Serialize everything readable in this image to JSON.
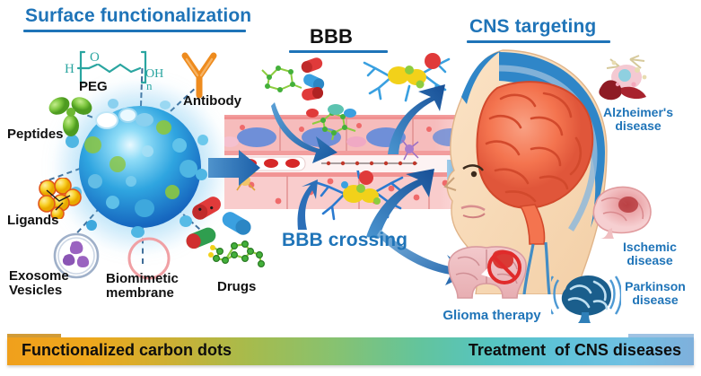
{
  "figure": {
    "title_surface": "Surface functionalization",
    "title_bbb": "BBB",
    "title_cns": "CNS targeting",
    "bbb_crossing_label": "BBB crossing"
  },
  "surface_panel": {
    "items": [
      {
        "id": "peg",
        "label": "PEG"
      },
      {
        "id": "antibody",
        "label": "Antibody"
      },
      {
        "id": "peptides",
        "label": "Peptides"
      },
      {
        "id": "ligands",
        "label": "Ligands"
      },
      {
        "id": "exosome",
        "label": "Exosome\nVesicles"
      },
      {
        "id": "biomimetic",
        "label": "Biomimetic\nmembrane"
      },
      {
        "id": "drugs",
        "label": "Drugs"
      }
    ],
    "peg_formula": {
      "left_cap": "H",
      "oxygen": "O",
      "right_cap": "OH",
      "subscript": "n"
    }
  },
  "cns_panel": {
    "diseases": [
      {
        "id": "alzheimers",
        "label": "Alzheimer's\ndisease"
      },
      {
        "id": "ischemic",
        "label": "Ischemic\ndisease"
      },
      {
        "id": "parkinson",
        "label": "Parkinson\ndisease"
      },
      {
        "id": "glioma",
        "label": "Glioma therapy"
      }
    ]
  },
  "banner": {
    "left_text": "Functionalized carbon dots",
    "right_text": "Treatment  of CNS diseases",
    "gradient_start": "#f0a01c",
    "gradient_mid": "#63c49c",
    "gradient_end": "#7fb0dc"
  },
  "colors": {
    "heading_blue": "#1f74b8",
    "heading_black": "#111111",
    "carbon_dot_blue": "#1768c0",
    "antibody_orange": "#ee8b1e",
    "peptide_green": "#57a827",
    "ligand_yellow": "#f4c41a",
    "membrane_pink": "#f0a0a4",
    "exosome_purple": "#8a5bb0",
    "arrow_blue": "#2b6fb8",
    "brain_orange": "#f4744f",
    "vessel_pink": "#f4b6b6"
  }
}
